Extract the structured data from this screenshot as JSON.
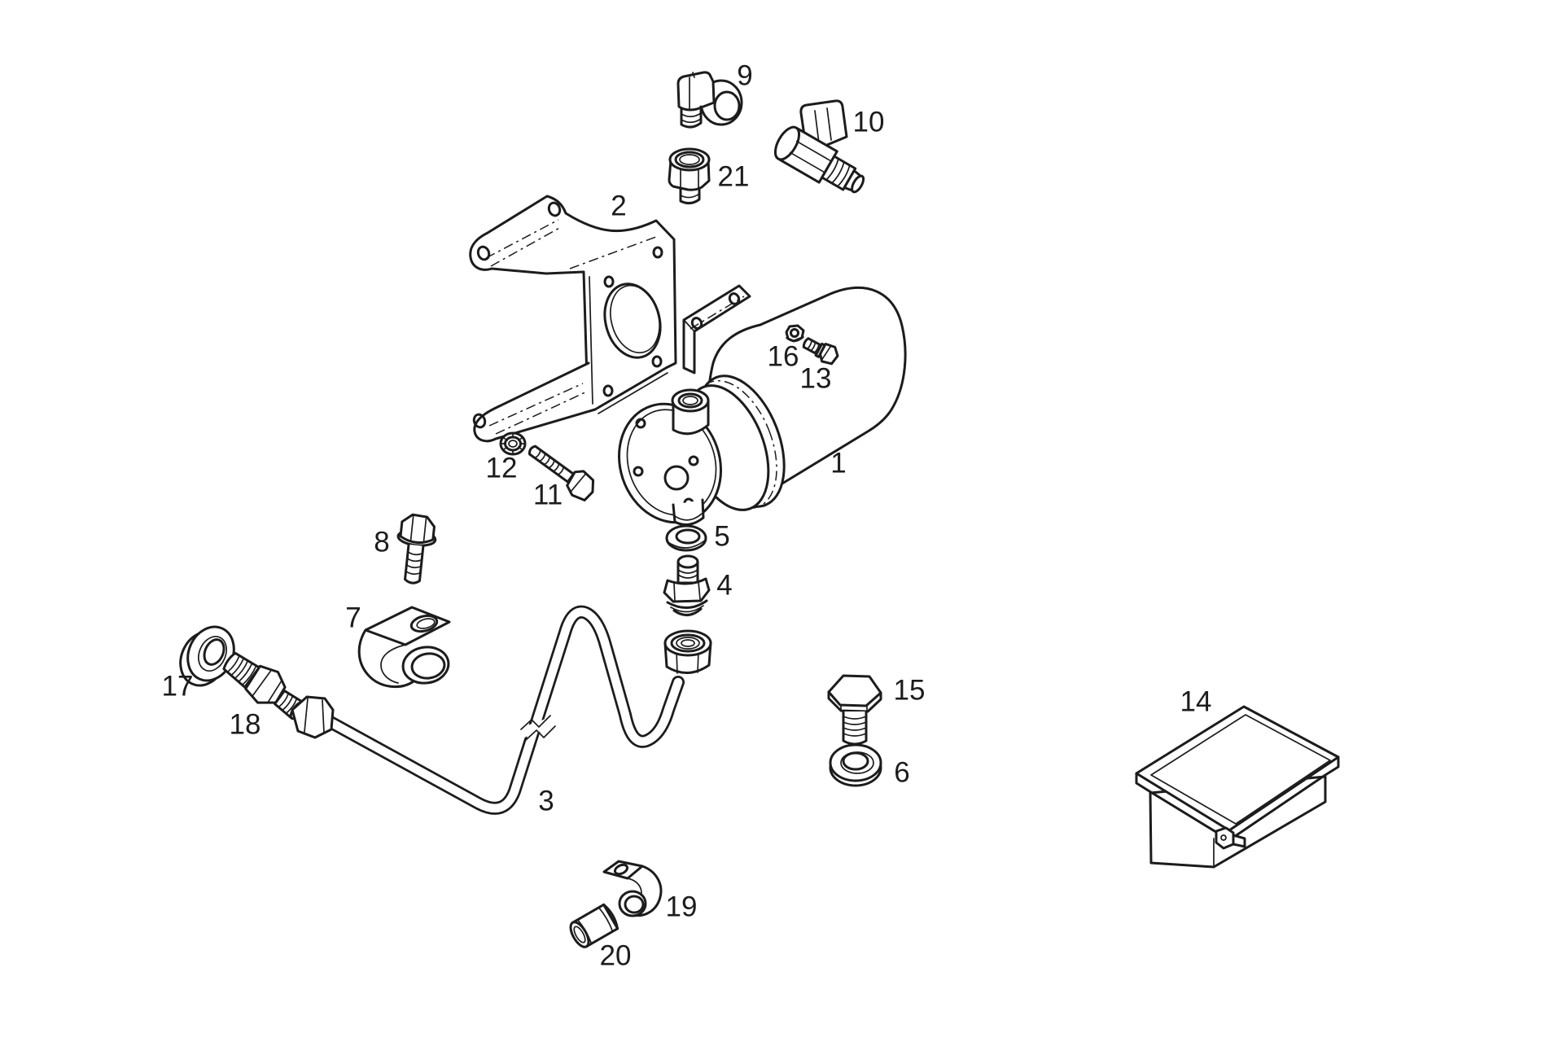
{
  "diagram": {
    "type": "exploded-parts-diagram",
    "background_color": "#ffffff",
    "line_color": "#1c1c1c",
    "callouts": [
      "1",
      "2",
      "3",
      "4",
      "5",
      "6",
      "7",
      "8",
      "9",
      "10",
      "11",
      "12",
      "13",
      "14",
      "15",
      "16",
      "17",
      "18",
      "19",
      "20",
      "21"
    ]
  }
}
